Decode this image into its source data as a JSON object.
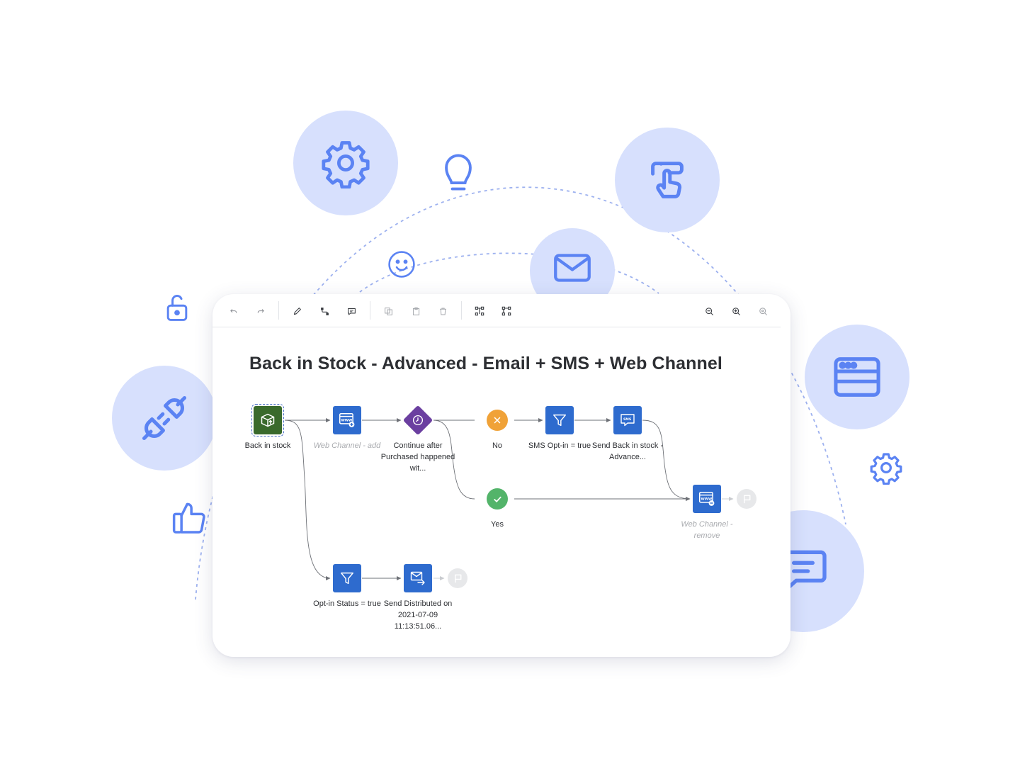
{
  "colors": {
    "circle": "#d7e0fd",
    "icon_accent": "#5b83f3",
    "dash": "#9db1ef",
    "node_blue": "#2e6bce",
    "node_green": "#3a6a2c",
    "node_purple": "#6b3fa0",
    "no_orange": "#f0a238",
    "yes_green": "#53b46a"
  },
  "decor_icons": [
    "gear-icon",
    "lightbulb-icon",
    "touch-pointer-icon",
    "smiley-icon",
    "envelope-icon",
    "unlock-icon",
    "plug-icon",
    "browser-window-icon",
    "small-gear-icon",
    "thumbs-up-icon",
    "chat-bubble-icon"
  ],
  "toolbar": {
    "buttons": [
      "undo-icon",
      "redo-icon",
      "edit-icon",
      "connector-icon",
      "comment-icon",
      "copy-icon",
      "paste-icon",
      "delete-icon",
      "auto-layout-icon",
      "align-icon",
      "zoom-out-icon",
      "zoom-in-icon",
      "zoom-reset-icon"
    ]
  },
  "journey": {
    "title": "Back in Stock - Advanced - Email + SMS + Web Channel",
    "nodes": {
      "back_in_stock": "Back in stock",
      "web_channel_add": "Web Channel - add",
      "continue_after": "Continue after Purchased happened wit...",
      "no": "No",
      "sms_optin": "SMS Opt-in = true",
      "send_back_in_stock": "Send Back in stock - Advance...",
      "yes": "Yes",
      "web_channel_remove": "Web Channel - remove",
      "optin_status": "Opt-in Status = true",
      "send_distributed": "Send Distributed on 2021-07-09 11:13:51.06..."
    }
  }
}
